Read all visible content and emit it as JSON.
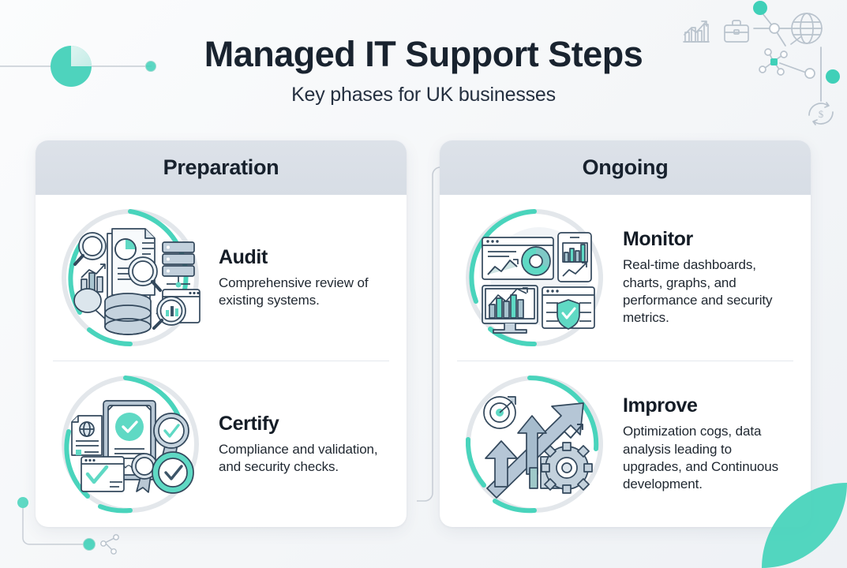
{
  "header": {
    "title": "Managed IT Support Steps",
    "subtitle": "Key phases for UK businesses"
  },
  "theme": {
    "accent": "#3fd0b8",
    "accent_dark": "#2bc4aa",
    "title_color": "#19232f",
    "card_header_bg": "#d7dde5",
    "card_bg": "#ffffff",
    "page_bg": "#f3f5f8",
    "illus_ink": "#2e3e4e",
    "illus_fill": "#aebecd"
  },
  "columns": [
    {
      "id": "preparation",
      "header": "Preparation",
      "steps": [
        {
          "id": "audit",
          "title": "Audit",
          "description": "Comprehensive review of existing systems.",
          "icon": "audit-magnifier-document-illustration"
        },
        {
          "id": "certify",
          "title": "Certify",
          "description": "Compliance and validation, and security checks.",
          "icon": "certify-certificate-badge-illustration"
        }
      ]
    },
    {
      "id": "ongoing",
      "header": "Ongoing",
      "steps": [
        {
          "id": "monitor",
          "title": "Monitor",
          "description": "Real-time dashboards, charts, graphs, and performance and security metrics.",
          "icon": "monitor-dashboard-charts-illustration"
        },
        {
          "id": "improve",
          "title": "Improve",
          "description": "Optimization cogs, data analysis leading to upgrades, and Continuous development.",
          "icon": "improve-arrows-gear-illustration"
        }
      ]
    }
  ],
  "decorations": {
    "left_pie": "pie-chart-marker",
    "left_line_dot": "connector-dot",
    "top_right_icons": [
      "growth-bar-chart-icon",
      "briefcase-icon",
      "globe-icon",
      "network-nodes-icon",
      "dollar-refresh-icon"
    ],
    "bottom_left_icon": "network-branch-icon",
    "bottom_right_shape": "leaf-shape",
    "connector": "preparation-to-ongoing-connector"
  }
}
